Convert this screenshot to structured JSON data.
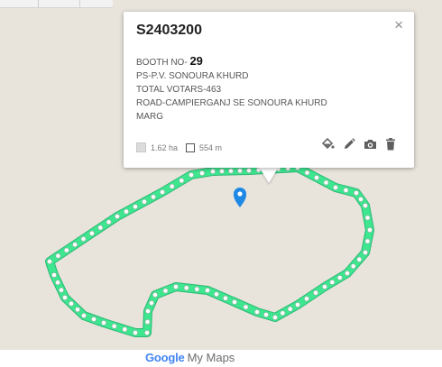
{
  "map": {
    "polygon_color": "#3de68f",
    "vertex_color": "#ffffff",
    "pin_color": "#1e88e5",
    "pin_icon": "map-pin-icon"
  },
  "info_window": {
    "title": "S2403200",
    "close_symbol": "×",
    "booth_label": "BOOTH NO-",
    "booth_number": "29",
    "lines": [
      "PS-P.V. SONOURA KHURD",
      "TOTAL VOTARS-463",
      "ROAD-CAMPIERGANJ SE SONOURA KHURD",
      "MARG"
    ],
    "area": "1.62 ha",
    "perimeter": "554 m",
    "actions": [
      "fill-color-icon",
      "pencil-icon",
      "camera-icon",
      "trash-icon"
    ]
  },
  "attribution": {
    "google": "Google",
    "product": "My Maps"
  }
}
